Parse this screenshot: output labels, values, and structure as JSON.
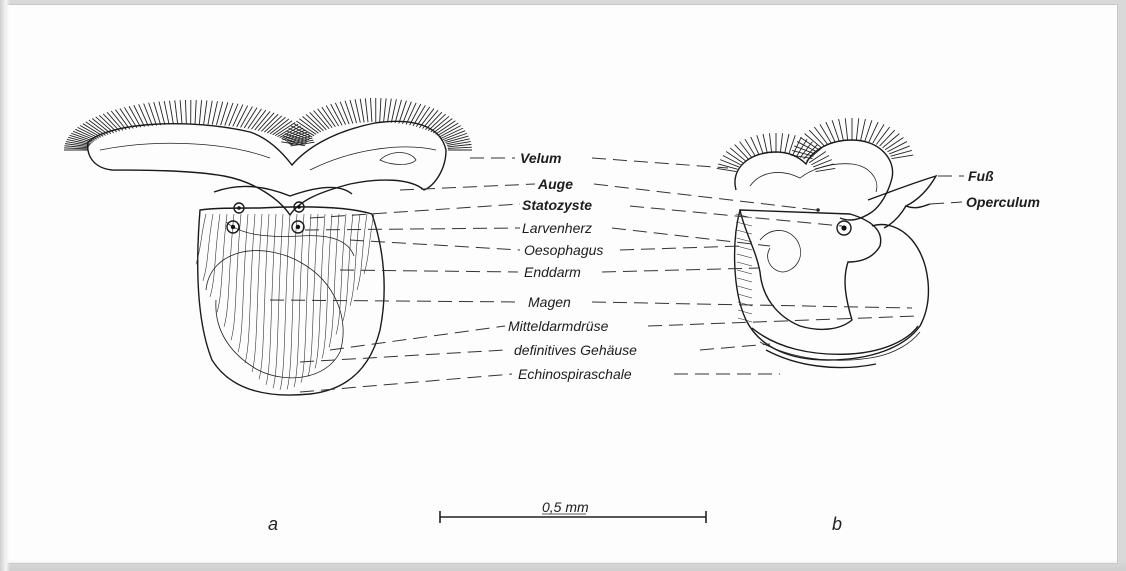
{
  "labels": {
    "velum": "Velum",
    "auge": "Auge",
    "statozyste": "Statozyste",
    "larvenherz": "Larvenherz",
    "oesophagus": "Oesophagus",
    "enddarm": "Enddarm",
    "magen": "Magen",
    "mitteldarmdruese": "Mitteldarmdrüse",
    "definitives_gehaeuse": "definitives Gehäuse",
    "echinospiraschale": "Echinospiraschale",
    "fuss": "Fuß",
    "operculum": "Operculum"
  },
  "figure_letters": {
    "a": "a",
    "b": "b"
  },
  "scale_bar": {
    "label": "0,5 mm"
  }
}
